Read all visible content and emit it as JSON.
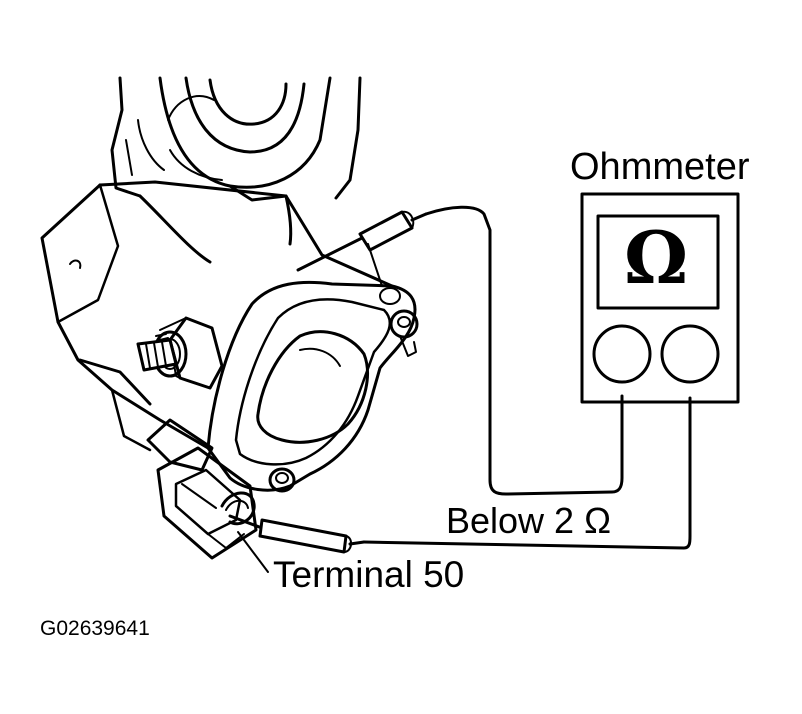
{
  "labels": {
    "meter_name": "Ohmmeter",
    "meter_symbol": "Ω",
    "reading": "Below 2 Ω",
    "terminal": "Terminal 50",
    "figure_id": "G02639641"
  },
  "colors": {
    "ink": "#000000",
    "paper": "#ffffff"
  }
}
